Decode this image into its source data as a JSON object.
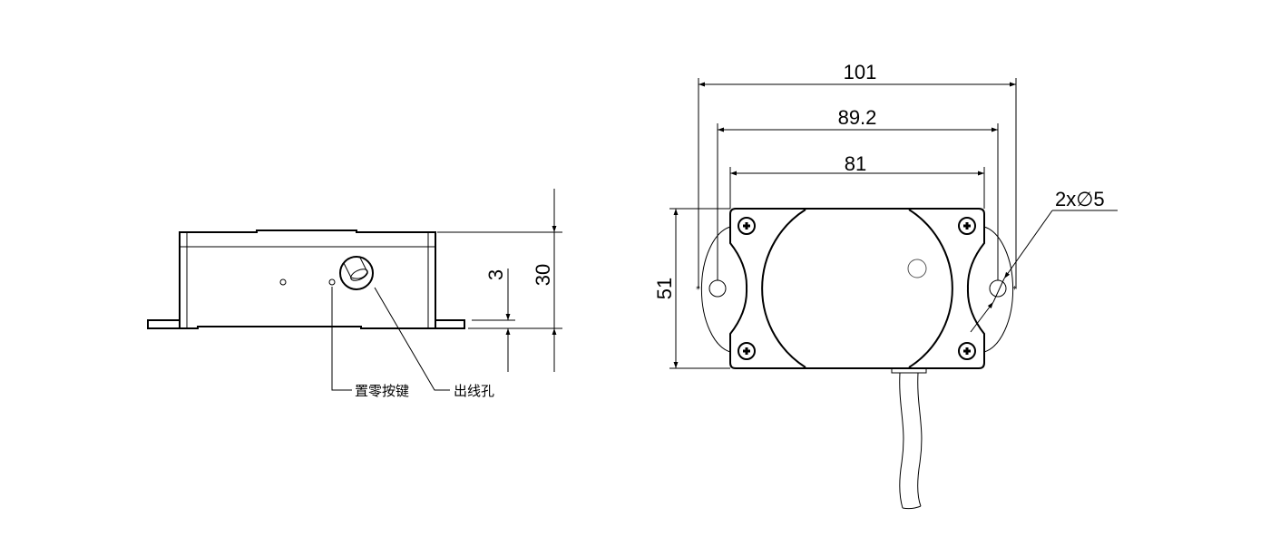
{
  "side_view": {
    "labels": {
      "zero_button": "置零按键",
      "cable_outlet": "出线孔"
    },
    "dimensions": {
      "height": "30",
      "flange": "3"
    }
  },
  "top_view": {
    "dimensions": {
      "overall_width": "101",
      "hole_spacing": "89.2",
      "body_width": "81",
      "height": "51",
      "holes": "2x∅5"
    }
  }
}
